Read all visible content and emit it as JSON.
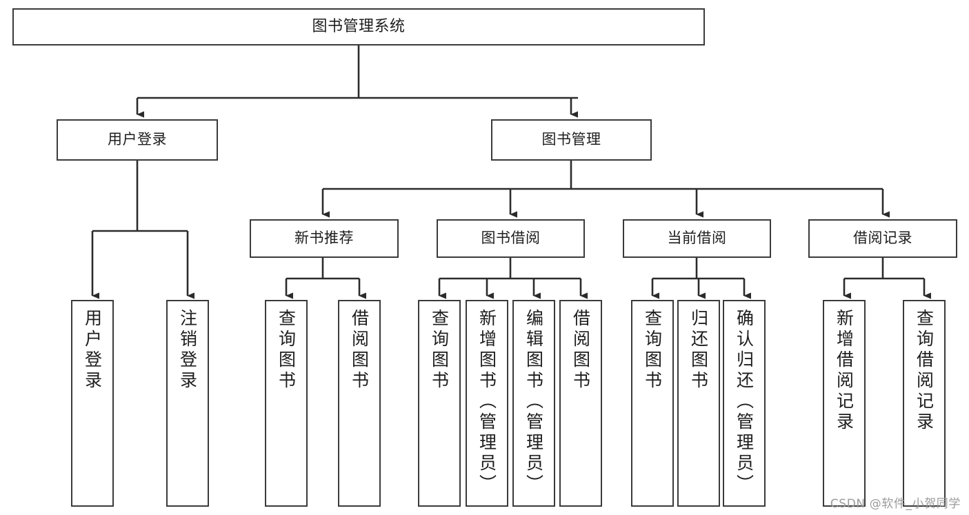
{
  "diagram": {
    "title": "图书管理系统",
    "type": "tree-hierarchy-chart",
    "root": {
      "label": "图书管理系统"
    },
    "level2": [
      {
        "label": "用户登录"
      },
      {
        "label": "图书管理"
      }
    ],
    "level3": [
      {
        "label": "新书推荐"
      },
      {
        "label": "图书借阅"
      },
      {
        "label": "当前借阅"
      },
      {
        "label": "借阅记录"
      }
    ],
    "leaves": {
      "user_login": [
        {
          "label": "用户登录"
        },
        {
          "label": "注销登录"
        }
      ],
      "new_book_recommend": [
        {
          "label": "查询图书"
        },
        {
          "label": "借阅图书"
        }
      ],
      "book_borrow": [
        {
          "label": "查询图书"
        },
        {
          "label": "新增图书（管理员）"
        },
        {
          "label": "编辑图书（管理员）"
        },
        {
          "label": "借阅图书"
        }
      ],
      "current_borrow": [
        {
          "label": "查询图书"
        },
        {
          "label": "归还图书"
        },
        {
          "label": "确认归还（管理员）"
        }
      ],
      "borrow_record": [
        {
          "label": "新增借阅记录"
        },
        {
          "label": "查询借阅记录"
        }
      ]
    }
  },
  "watermark": {
    "text": "CSDN @软件_小贺同学"
  },
  "colors": {
    "border": "#3a3a3a",
    "connector": "#2b2b2b",
    "text": "#1d1d1d",
    "background": "#ffffff",
    "watermark": "#9b9b9b"
  }
}
